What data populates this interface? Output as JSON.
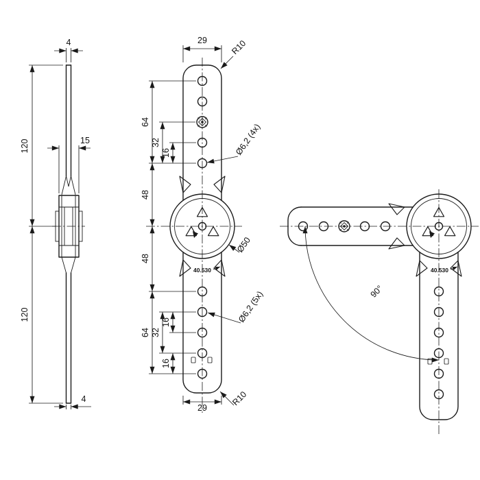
{
  "meta": {
    "bg_color": "#ffffff",
    "line_color": "#1a1a1a",
    "drawing_type": "technical-dimension-drawing"
  },
  "side_view": {
    "dim_4_top": "4",
    "dim_120_upper": "120",
    "dim_15": "15",
    "dim_120_lower": "120",
    "dim_4_bottom": "4"
  },
  "front_view": {
    "dim_29_top": "29",
    "dim_r10_top": "R10",
    "dim_64_top": "64",
    "dim_32_top": "32",
    "dim_16_top": "16",
    "dim_48_upper": "48",
    "dim_48_lower": "48",
    "dim_16_bottom_a": "16",
    "dim_32_bottom": "32",
    "dim_64_bottom": "64",
    "dim_16_bottom_b": "16",
    "dim_29_bottom": "29",
    "dim_r10_bottom": "R10",
    "callout_holes_top": "Ø6,2 (4x)",
    "callout_hub_dia": "Ø50",
    "callout_holes_bottom": "Ø6,2 (5x)",
    "part_marking": "40.530"
  },
  "angled_view": {
    "dim_angle": "90°",
    "part_marking": "40.530"
  }
}
